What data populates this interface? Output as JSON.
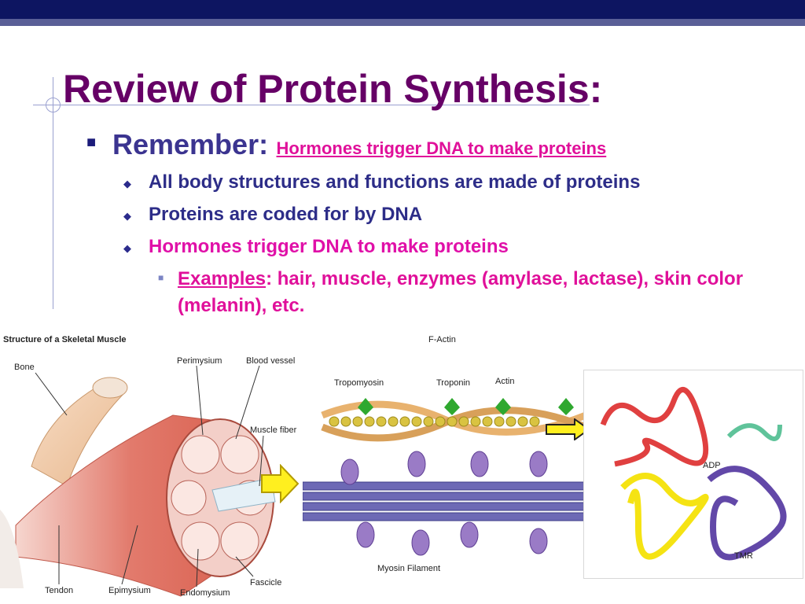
{
  "slide": {
    "title": "Review of Protein Synthesis:",
    "bullet1": {
      "label": "Remember:",
      "highlight": "Hormones trigger DNA to make proteins"
    },
    "sub_bullets": [
      "All body structures and functions are made of proteins",
      "Proteins are coded for by DNA",
      "Hormones trigger DNA to make proteins"
    ],
    "examples": {
      "label": "Examples",
      "text": ": hair, muscle, enzymes (amylase, lactase), skin color (melanin), etc."
    }
  },
  "images": {
    "muscle": {
      "title": "Structure of a Skeletal Muscle",
      "labels": [
        "Bone",
        "Perimysium",
        "Blood vessel",
        "Muscle fiber",
        "Tendon",
        "Epimysium",
        "Endomysium",
        "Fascicle"
      ]
    },
    "actin": {
      "title": "F-Actin",
      "labels": [
        "Tropomyosin",
        "Troponin",
        "Actin",
        "Myosin Filament"
      ]
    },
    "protein": {
      "labels": [
        "ADP",
        "TMR"
      ]
    }
  },
  "colors": {
    "title": "#660066",
    "navy": "#2d2d88",
    "pink": "#e010a8",
    "topbar": "#0d1561"
  }
}
